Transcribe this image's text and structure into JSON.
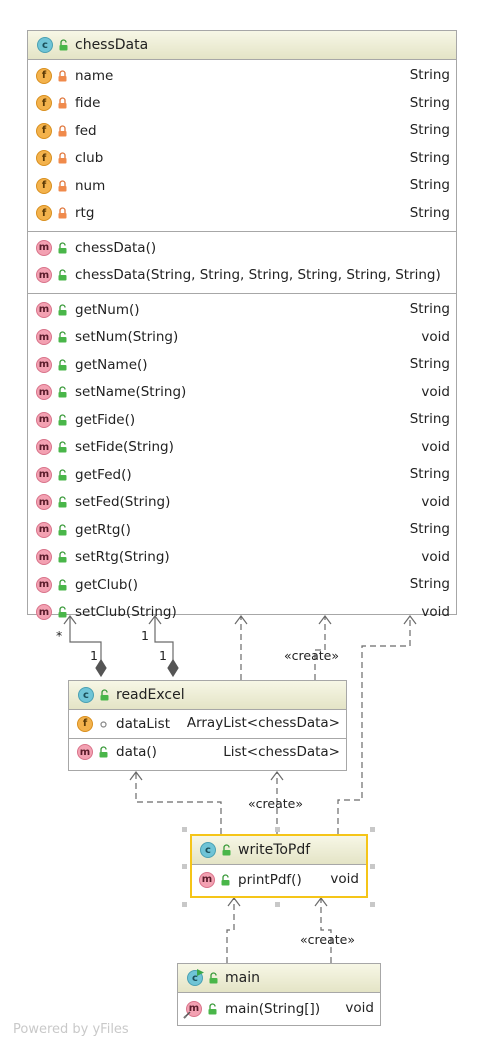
{
  "chessData": {
    "name": "chessData",
    "fields": [
      {
        "name": "name",
        "type": "String"
      },
      {
        "name": "fide",
        "type": "String"
      },
      {
        "name": "fed",
        "type": "String"
      },
      {
        "name": "club",
        "type": "String"
      },
      {
        "name": "num",
        "type": "String"
      },
      {
        "name": "rtg",
        "type": "String"
      }
    ],
    "constructors": [
      {
        "name": "chessData()",
        "type": ""
      },
      {
        "name": "chessData(String, String, String, String, String, String)",
        "type": ""
      }
    ],
    "methods": [
      {
        "name": "getNum()",
        "type": "String"
      },
      {
        "name": "setNum(String)",
        "type": "void"
      },
      {
        "name": "getName()",
        "type": "String"
      },
      {
        "name": "setName(String)",
        "type": "void"
      },
      {
        "name": "getFide()",
        "type": "String"
      },
      {
        "name": "setFide(String)",
        "type": "void"
      },
      {
        "name": "getFed()",
        "type": "String"
      },
      {
        "name": "setFed(String)",
        "type": "void"
      },
      {
        "name": "getRtg()",
        "type": "String"
      },
      {
        "name": "setRtg(String)",
        "type": "void"
      },
      {
        "name": "getClub()",
        "type": "String"
      },
      {
        "name": "setClub(String)",
        "type": "void"
      }
    ]
  },
  "readExcel": {
    "name": "readExcel",
    "fields": [
      {
        "name": "dataList",
        "type": "ArrayList<chessData>"
      }
    ],
    "methods": [
      {
        "name": "data()",
        "type": "List<chessData>"
      }
    ]
  },
  "writeToPdf": {
    "name": "writeToPdf",
    "methods": [
      {
        "name": "printPdf()",
        "type": "void"
      }
    ]
  },
  "main": {
    "name": "main",
    "methods": [
      {
        "name": "main(String[])",
        "type": "void"
      }
    ]
  },
  "edges": {
    "multiplicity_star": "*",
    "multiplicity_one": "1",
    "create": "«create»"
  },
  "badges": {
    "class": "c",
    "field": "f",
    "method": "m"
  },
  "footer": "Powered by yFiles",
  "colors": {
    "selection": "#f5c518",
    "header": "#e4e4c6",
    "border": "#a7a7a7"
  }
}
